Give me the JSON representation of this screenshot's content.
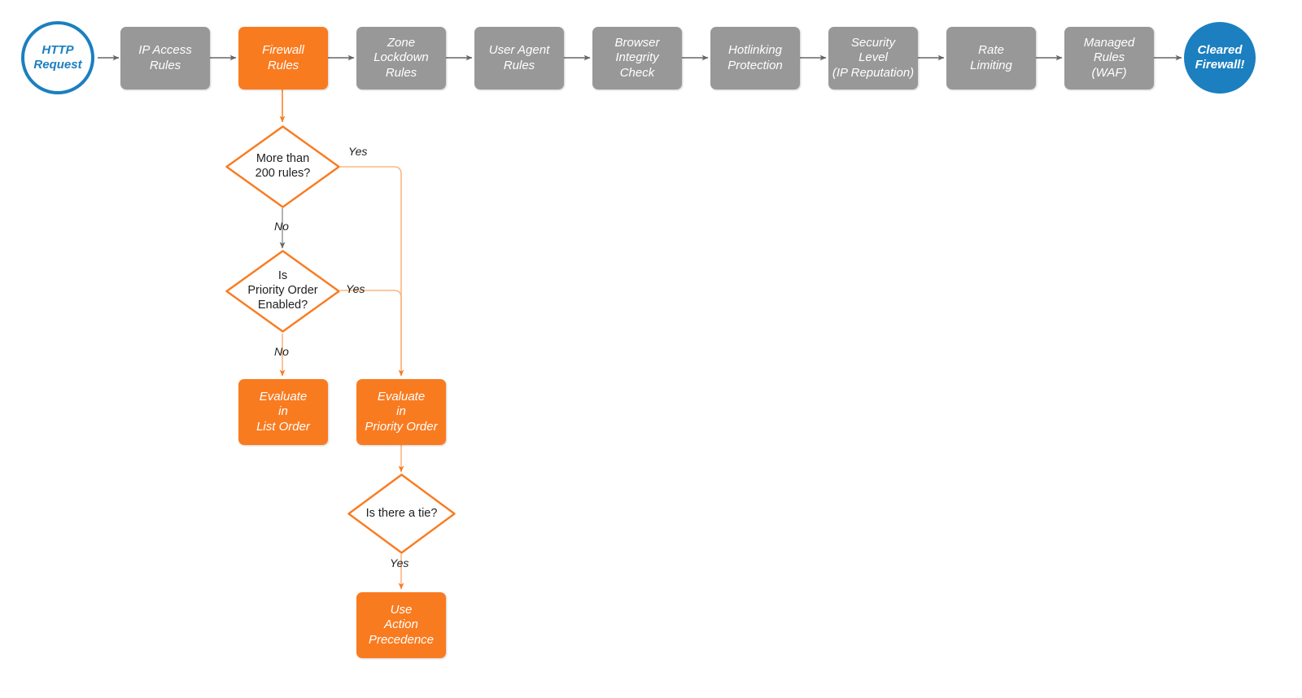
{
  "diagram": {
    "title": "Cloudflare Firewall Rules evaluation order flowchart",
    "colors": {
      "gray": "#989898",
      "orange": "#f97b20",
      "orange_light": "#fbb583",
      "blue": "#1b7fc0",
      "arrow_gray": "#666666",
      "text_dark": "#1f1f1f",
      "text_light": "#ffffff",
      "background": "#ffffff"
    },
    "pipeline": [
      {
        "id": "http-request",
        "label": "HTTP\nRequest",
        "shape": "circle",
        "style": "blue-outline"
      },
      {
        "id": "ip-access-rules",
        "label": "IP Access\nRules",
        "shape": "box",
        "style": "gray"
      },
      {
        "id": "firewall-rules",
        "label": "Firewall\nRules",
        "shape": "box",
        "style": "orange"
      },
      {
        "id": "zone-lockdown-rules",
        "label": "Zone\nLockdown\nRules",
        "shape": "box",
        "style": "gray"
      },
      {
        "id": "user-agent-rules",
        "label": "User Agent\nRules",
        "shape": "box",
        "style": "gray"
      },
      {
        "id": "browser-integrity",
        "label": "Browser\nIntegrity\nCheck",
        "shape": "box",
        "style": "gray"
      },
      {
        "id": "hotlinking",
        "label": "Hotlinking\nProtection",
        "shape": "box",
        "style": "gray"
      },
      {
        "id": "security-level",
        "label": "Security\nLevel\n(IP Reputation)",
        "shape": "box",
        "style": "gray"
      },
      {
        "id": "rate-limiting",
        "label": "Rate\nLimiting",
        "shape": "box",
        "style": "gray"
      },
      {
        "id": "managed-rules",
        "label": "Managed\nRules\n(WAF)",
        "shape": "box",
        "style": "gray"
      },
      {
        "id": "cleared-firewall",
        "label": "Cleared\nFirewall!",
        "shape": "circle",
        "style": "blue-filled"
      }
    ],
    "decisions": [
      {
        "id": "more-than-200-rules",
        "label": "More than\n200 rules?"
      },
      {
        "id": "is-priority-order",
        "label": "Is\nPriority Order\nEnabled?"
      },
      {
        "id": "is-there-a-tie",
        "label": "Is there a tie?"
      }
    ],
    "outcomes": [
      {
        "id": "evaluate-list-order",
        "label": "Evaluate\nin\nList Order"
      },
      {
        "id": "evaluate-priority-order",
        "label": "Evaluate\nin\nPriority Order"
      },
      {
        "id": "use-action-precedence",
        "label": "Use\nAction\nPrecedence"
      }
    ],
    "edge_labels": [
      {
        "id": "yes-more-than-200",
        "text": "Yes"
      },
      {
        "id": "no-more-than-200",
        "text": "No"
      },
      {
        "id": "yes-priority-enabled",
        "text": "Yes"
      },
      {
        "id": "no-priority-enabled",
        "text": "No"
      },
      {
        "id": "yes-is-there-a-tie",
        "text": "Yes"
      }
    ]
  }
}
